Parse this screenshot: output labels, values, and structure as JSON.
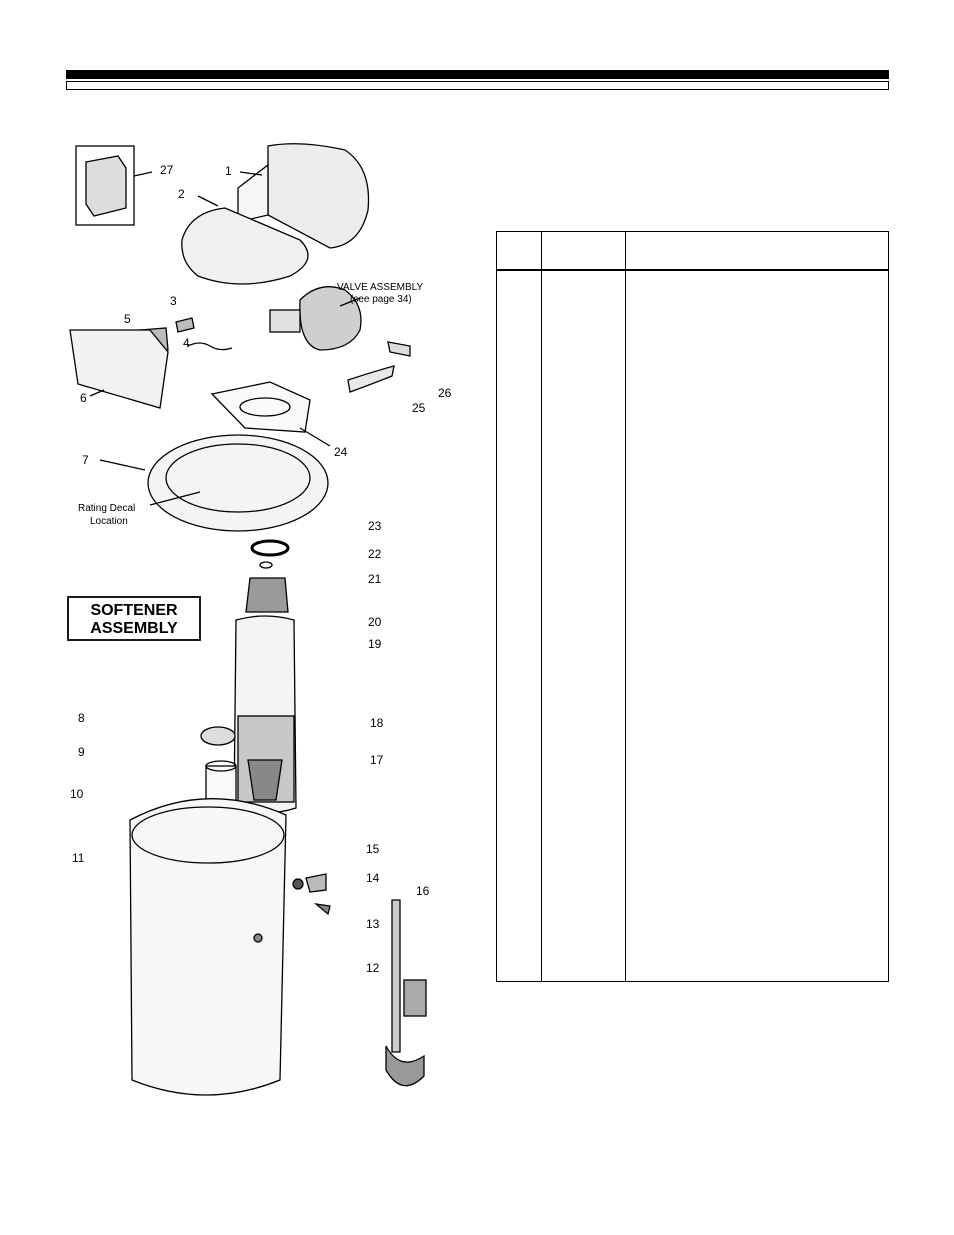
{
  "diagram": {
    "box_title_line1": "SOFTENER",
    "box_title_line2": "ASSEMBLY",
    "valve_label_line1": "VALVE ASSEMBLY",
    "valve_label_line2": "(see page 34)",
    "decal_label_line1": "Rating Decal",
    "decal_label_line2": "Location",
    "callouts": [
      "1",
      "2",
      "3",
      "4",
      "5",
      "6",
      "7",
      "8",
      "9",
      "10",
      "11",
      "12",
      "13",
      "14",
      "15",
      "16",
      "17",
      "18",
      "19",
      "20",
      "21",
      "22",
      "23",
      "24",
      "25",
      "26",
      "27"
    ]
  },
  "table": {
    "headers": [
      "",
      "",
      ""
    ],
    "rows": []
  }
}
